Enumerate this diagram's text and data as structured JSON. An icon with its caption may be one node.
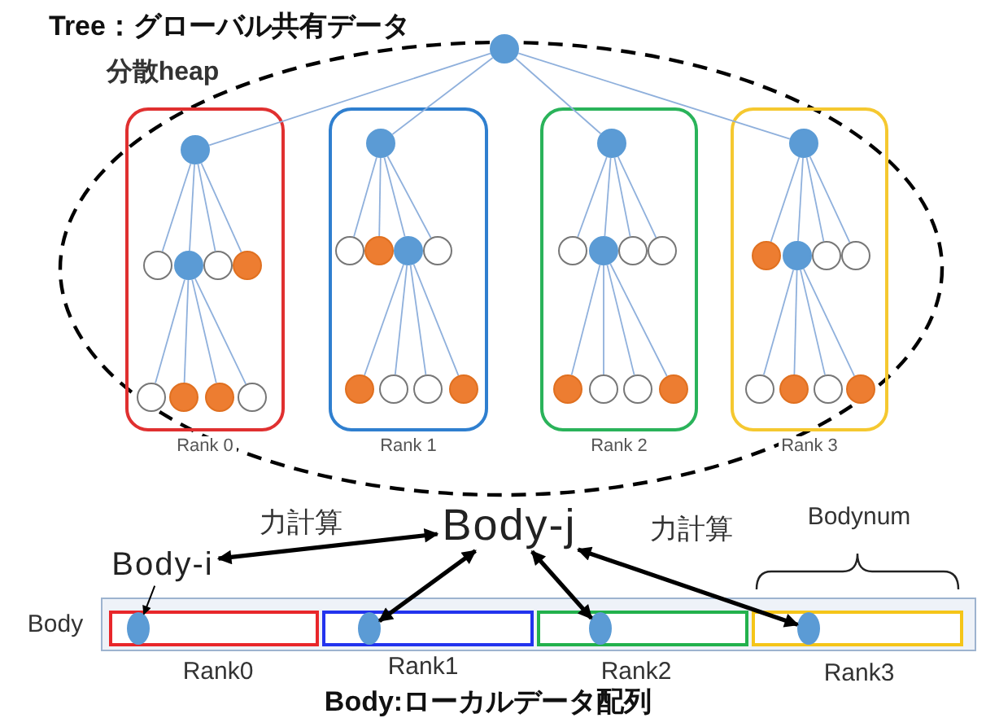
{
  "diagram": {
    "title": "Tree：グローバル共有データ",
    "caption": "Body:ローカルデータ配列",
    "nodes": [
      {
        "text": [],
        "shape": "circle"
      },
      {
        "text": [
          "Rank 0"
        ]
      },
      {
        "text": [],
        "shape": "circle",
        "in": 1
      },
      {
        "text": [],
        "shape": "circle",
        "in": 1
      },
      {
        "text": [],
        "shape": "circle",
        "in": 1
      },
      {
        "text": [],
        "shape": "circle",
        "in": 1
      },
      {
        "text": [],
        "shape": "circle",
        "in": 1
      },
      {
        "text": [],
        "shape": "circle",
        "in": 1
      },
      {
        "text": [],
        "shape": "circle",
        "in": 1
      },
      {
        "text": [],
        "shape": "circle",
        "in": 1
      },
      {
        "text": [],
        "shape": "circle",
        "in": 1
      },
      {
        "text": [
          "Rank 1"
        ]
      },
      {
        "text": [],
        "shape": "circle",
        "in": 11
      },
      {
        "text": [],
        "shape": "circle",
        "in": 11
      },
      {
        "text": [],
        "shape": "circle",
        "in": 11
      },
      {
        "text": [],
        "shape": "circle",
        "in": 11
      },
      {
        "text": [],
        "shape": "circle",
        "in": 11
      },
      {
        "text": [],
        "shape": "circle",
        "in": 11
      },
      {
        "text": [],
        "shape": "circle",
        "in": 11
      },
      {
        "text": [],
        "shape": "circle",
        "in": 11
      },
      {
        "text": [],
        "shape": "circle",
        "in": 11
      },
      {
        "text": [
          "Rank 2"
        ]
      },
      {
        "text": [],
        "shape": "circle",
        "in": 21
      },
      {
        "text": [],
        "shape": "circle",
        "in": 21
      },
      {
        "text": [],
        "shape": "circle",
        "in": 21
      },
      {
        "text": [],
        "shape": "circle",
        "in": 21
      },
      {
        "text": [],
        "shape": "circle",
        "in": 21
      },
      {
        "text": [],
        "shape": "circle",
        "in": 21
      },
      {
        "text": [],
        "shape": "circle",
        "in": 21
      },
      {
        "text": [],
        "shape": "circle",
        "in": 21
      },
      {
        "text": [],
        "shape": "circle",
        "in": 21
      },
      {
        "text": [
          "Rank 3"
        ]
      },
      {
        "text": [],
        "shape": "circle",
        "in": 31
      },
      {
        "text": [],
        "shape": "circle",
        "in": 31
      },
      {
        "text": [],
        "shape": "circle",
        "in": 31
      },
      {
        "text": [],
        "shape": "circle",
        "in": 31
      },
      {
        "text": [],
        "shape": "circle",
        "in": 31
      },
      {
        "text": [],
        "shape": "circle",
        "in": 31
      },
      {
        "text": [],
        "shape": "circle",
        "in": 31
      },
      {
        "text": [],
        "shape": "circle",
        "in": 31
      },
      {
        "text": [],
        "shape": "circle",
        "in": 31
      },
      {
        "text": [
          "Body-j"
        ]
      },
      {
        "text": [
          "Body-i"
        ]
      },
      {
        "text": [],
        "shape": "bar",
        "beside": [
          "Body"
        ]
      },
      {
        "text": [],
        "shape": "box",
        "in": 43,
        "beside": [
          "Rank0"
        ]
      },
      {
        "text": [],
        "shape": "circle",
        "in": 44
      },
      {
        "text": [],
        "shape": "box",
        "in": 43,
        "beside": [
          "Rank1"
        ]
      },
      {
        "text": [],
        "shape": "circle",
        "in": 46
      },
      {
        "text": [],
        "shape": "box",
        "in": 43,
        "beside": [
          "Rank2"
        ]
      },
      {
        "text": [],
        "shape": "circle",
        "in": 48
      },
      {
        "text": [],
        "shape": "box",
        "in": 43,
        "beside": [
          "Rank3"
        ]
      },
      {
        "text": [],
        "shape": "circle",
        "in": 50
      }
    ],
    "edges": [
      {
        "from": 0,
        "to": 2,
        "arrow": "none"
      },
      {
        "from": 0,
        "to": 12,
        "arrow": "none"
      },
      {
        "from": 0,
        "to": 22,
        "arrow": "none"
      },
      {
        "from": 0,
        "to": 32,
        "arrow": "none"
      },
      {
        "from": 2,
        "to": 3,
        "arrow": "none"
      },
      {
        "from": 2,
        "to": 4,
        "arrow": "none"
      },
      {
        "from": 2,
        "to": 5,
        "arrow": "none"
      },
      {
        "from": 2,
        "to": 6,
        "arrow": "none"
      },
      {
        "from": 4,
        "to": 7,
        "arrow": "none"
      },
      {
        "from": 4,
        "to": 8,
        "arrow": "none"
      },
      {
        "from": 4,
        "to": 9,
        "arrow": "none"
      },
      {
        "from": 4,
        "to": 10,
        "arrow": "none"
      },
      {
        "from": 12,
        "to": 13,
        "arrow": "none"
      },
      {
        "from": 12,
        "to": 14,
        "arrow": "none"
      },
      {
        "from": 12,
        "to": 15,
        "arrow": "none"
      },
      {
        "from": 12,
        "to": 16,
        "arrow": "none"
      },
      {
        "from": 15,
        "to": 17,
        "arrow": "none"
      },
      {
        "from": 15,
        "to": 18,
        "arrow": "none"
      },
      {
        "from": 15,
        "to": 19,
        "arrow": "none"
      },
      {
        "from": 15,
        "to": 20,
        "arrow": "none"
      },
      {
        "from": 22,
        "to": 23,
        "arrow": "none"
      },
      {
        "from": 22,
        "to": 24,
        "arrow": "none"
      },
      {
        "from": 22,
        "to": 25,
        "arrow": "none"
      },
      {
        "from": 22,
        "to": 26,
        "arrow": "none"
      },
      {
        "from": 24,
        "to": 27,
        "arrow": "none"
      },
      {
        "from": 24,
        "to": 28,
        "arrow": "none"
      },
      {
        "from": 24,
        "to": 29,
        "arrow": "none"
      },
      {
        "from": 24,
        "to": 30,
        "arrow": "none"
      },
      {
        "from": 32,
        "to": 33,
        "arrow": "none"
      },
      {
        "from": 32,
        "to": 34,
        "arrow": "none"
      },
      {
        "from": 32,
        "to": 35,
        "arrow": "none"
      },
      {
        "from": 32,
        "to": 36,
        "arrow": "none"
      },
      {
        "from": 34,
        "to": 37,
        "arrow": "none"
      },
      {
        "from": 34,
        "to": 38,
        "arrow": "none"
      },
      {
        "from": 34,
        "to": 39,
        "arrow": "none"
      },
      {
        "from": 34,
        "to": 40,
        "arrow": "none"
      },
      {
        "from": 42,
        "to": 45,
        "arrow": "to",
        "color": "#000000"
      },
      {
        "from": 41,
        "to": 42,
        "arrow": "both",
        "label": "力計算",
        "style": "thick",
        "color": "#000000"
      },
      {
        "from": 41,
        "to": 47,
        "arrow": "both",
        "style": "thick",
        "color": "#000000"
      },
      {
        "from": 41,
        "to": 49,
        "arrow": "both",
        "style": "thick",
        "color": "#000000"
      },
      {
        "from": 41,
        "to": 51,
        "arrow": "both",
        "label": "力計算",
        "style": "thick",
        "color": "#000000"
      }
    ],
    "labels": [
      "分散heap",
      "Bodynum"
    ]
  }
}
